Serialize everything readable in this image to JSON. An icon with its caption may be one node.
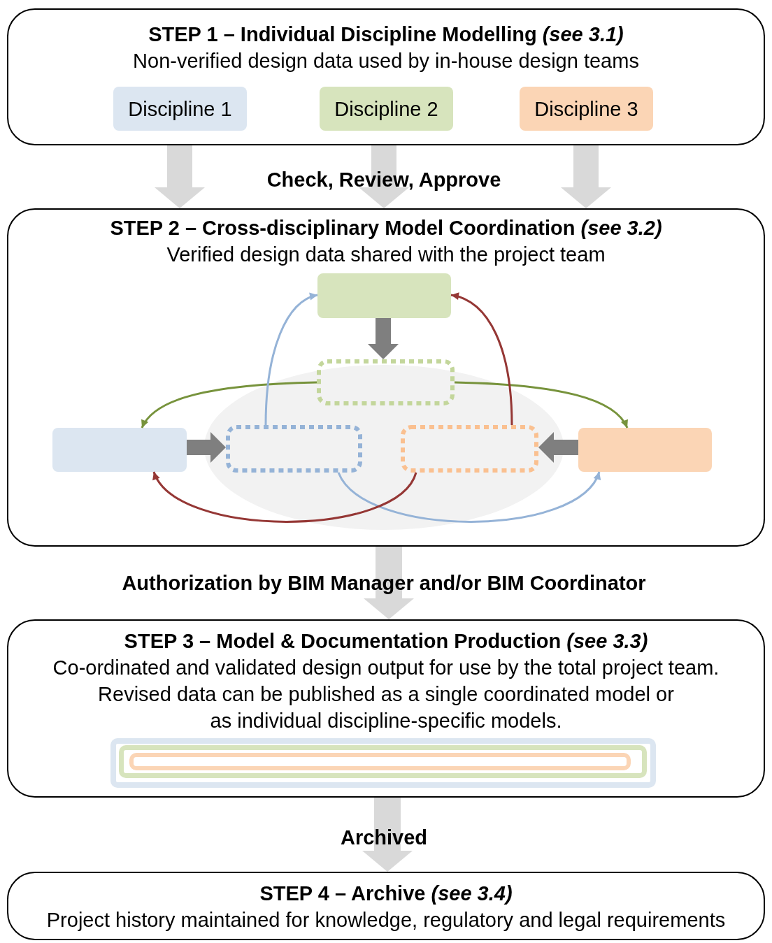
{
  "diagram": {
    "nodes": [
      {
        "text": [
          "STEP 1 – Individual Discipline Modelling *(see 3.1)*",
          "Non-verified design data used by in-house design teams"
        ]
      },
      {
        "text": [
          "Discipline 1"
        ],
        "in": 0
      },
      {
        "text": [
          "Discipline 2"
        ],
        "in": 0
      },
      {
        "text": [
          "Discipline 3"
        ],
        "in": 0
      },
      {
        "text": [
          "STEP 2 – Cross-disciplinary Model Coordination *(see 3.2)*",
          "Verified design data shared with the project team"
        ]
      },
      {
        "text": [],
        "shape": "box",
        "in": 4
      },
      {
        "text": [],
        "shape": "box",
        "in": 4
      },
      {
        "text": [],
        "shape": "box",
        "in": 4
      },
      {
        "text": [],
        "shape": "box",
        "in": 4
      },
      {
        "text": [],
        "shape": "box",
        "in": 4
      },
      {
        "text": [],
        "shape": "box",
        "in": 4
      },
      {
        "text": [
          "STEP 3 – Model & Documentation Production *(see 3.3)*",
          "Co-ordinated and validated design output for use by the total project team.",
          "Revised data can be published as a single coordinated model or as individual discipline-specific models."
        ]
      },
      {
        "text": [],
        "shape": "box",
        "in": 11
      },
      {
        "text": [],
        "shape": "box",
        "in": 12
      },
      {
        "text": [],
        "shape": "box",
        "in": 13
      },
      {
        "text": [
          "STEP 4 – Archive *(see 3.4)*",
          "Project history maintained for knowledge, regulatory and legal requirements"
        ]
      }
    ],
    "edges": [
      {
        "from": 0,
        "to": 4,
        "arrow": "to",
        "color": "#d9d9d9"
      },
      {
        "from": 0,
        "to": 4,
        "arrow": "to",
        "color": "#d9d9d9",
        "label": "Check, Review, Approve"
      },
      {
        "from": 0,
        "to": 4,
        "arrow": "to",
        "color": "#d9d9d9"
      },
      {
        "from": 5,
        "to": 6,
        "arrow": "to",
        "color": "#7f7f7f"
      },
      {
        "from": 6,
        "to": 7,
        "arrow": "to",
        "color": "#77933c"
      },
      {
        "from": 6,
        "to": 10,
        "arrow": "to",
        "color": "#77933c"
      },
      {
        "from": 8,
        "to": 5,
        "arrow": "to",
        "color": "#95b3d7"
      },
      {
        "from": 8,
        "to": 10,
        "arrow": "to",
        "color": "#95b3d7"
      },
      {
        "from": 9,
        "to": 5,
        "arrow": "to",
        "color": "#953735"
      },
      {
        "from": 9,
        "to": 7,
        "arrow": "to",
        "color": "#953735"
      },
      {
        "from": 7,
        "to": 8,
        "arrow": "to",
        "color": "#7f7f7f"
      },
      {
        "from": 10,
        "to": 9,
        "arrow": "to",
        "color": "#7f7f7f"
      },
      {
        "from": 4,
        "to": 11,
        "arrow": "to",
        "color": "#d9d9d9",
        "label": "Authorization by BIM Manager and/or BIM Coordinator"
      },
      {
        "from": 11,
        "to": 15,
        "arrow": "to",
        "color": "#d9d9d9",
        "label": "Archived"
      }
    ]
  }
}
